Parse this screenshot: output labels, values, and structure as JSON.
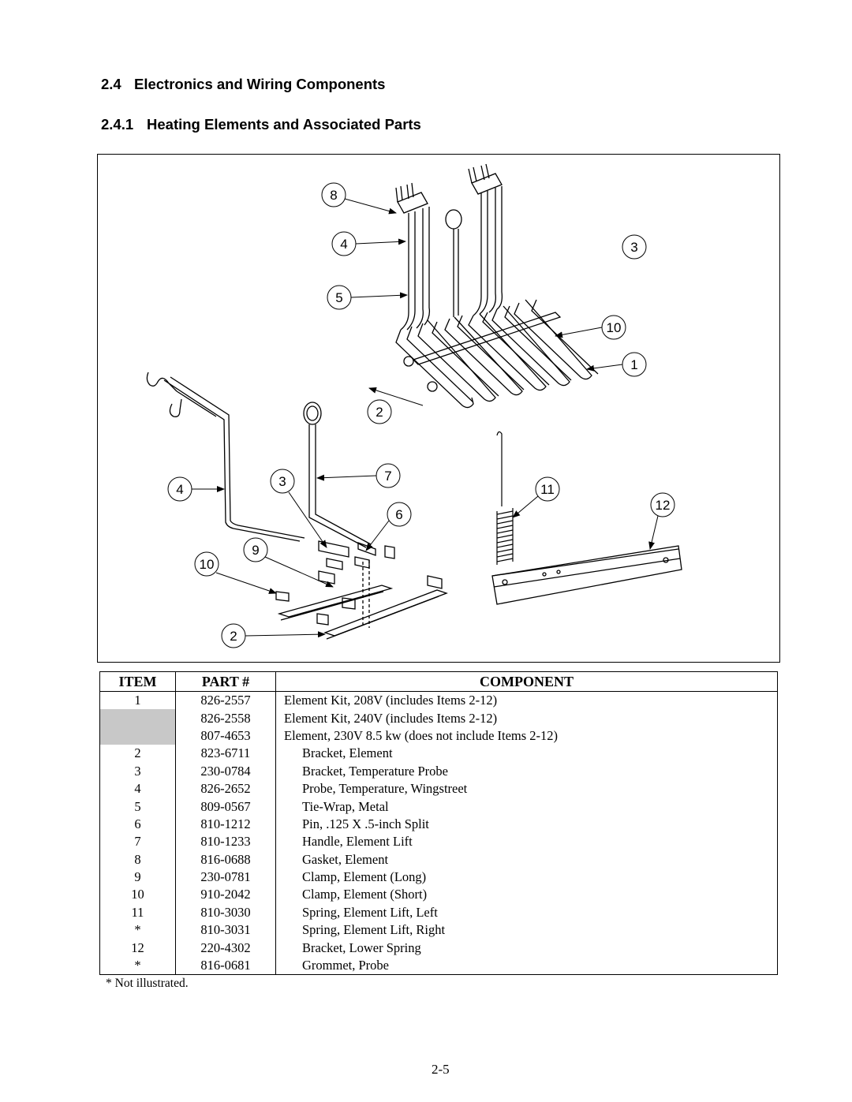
{
  "section": {
    "number": "2.4",
    "title": "Electronics and Wiring Components"
  },
  "subsection": {
    "number": "2.4.1",
    "title": "Heating Elements and Associated Parts"
  },
  "callouts": [
    "8",
    "4",
    "3",
    "5",
    "10",
    "1",
    "2",
    "7",
    "3",
    "4",
    "11",
    "12",
    "6",
    "9",
    "10",
    "2"
  ],
  "table": {
    "headers": {
      "item": "ITEM",
      "part": "PART #",
      "component": "COMPONENT"
    },
    "rows": [
      {
        "item": "1",
        "part": "826-2557",
        "component": "Element Kit, 208V (includes Items 2-12)"
      },
      {
        "item": "",
        "part": "826-2558",
        "component": "Element Kit, 240V (includes Items 2-12)"
      },
      {
        "item": "",
        "part": "807-4653",
        "component": "Element, 230V 8.5 kw (does not include Items 2-12)"
      },
      {
        "item": "2",
        "part": "823-6711",
        "component": "Bracket, Element"
      },
      {
        "item": "3",
        "part": "230-0784",
        "component": "Bracket, Temperature Probe"
      },
      {
        "item": "4",
        "part": "826-2652",
        "component": "Probe, Temperature, Wingstreet"
      },
      {
        "item": "5",
        "part": "809-0567",
        "component": "Tie-Wrap, Metal"
      },
      {
        "item": "6",
        "part": "810-1212",
        "component": "Pin, .125 X .5-inch Split"
      },
      {
        "item": "7",
        "part": "810-1233",
        "component": "Handle, Element Lift"
      },
      {
        "item": "8",
        "part": "816-0688",
        "component": "Gasket, Element"
      },
      {
        "item": "9",
        "part": "230-0781",
        "component": "Clamp, Element (Long)"
      },
      {
        "item": "10",
        "part": "910-2042",
        "component": "Clamp, Element (Short)"
      },
      {
        "item": "11",
        "part": "810-3030",
        "component": "Spring, Element Lift, Left"
      },
      {
        "item": "*",
        "part": "810-3031",
        "component": "Spring, Element Lift, Right"
      },
      {
        "item": "12",
        "part": "220-4302",
        "component": "Bracket, Lower Spring"
      },
      {
        "item": "*",
        "part": "816-0681",
        "component": "Grommet, Probe"
      }
    ]
  },
  "footnote": "* Not illustrated.",
  "page_number": "2-5"
}
